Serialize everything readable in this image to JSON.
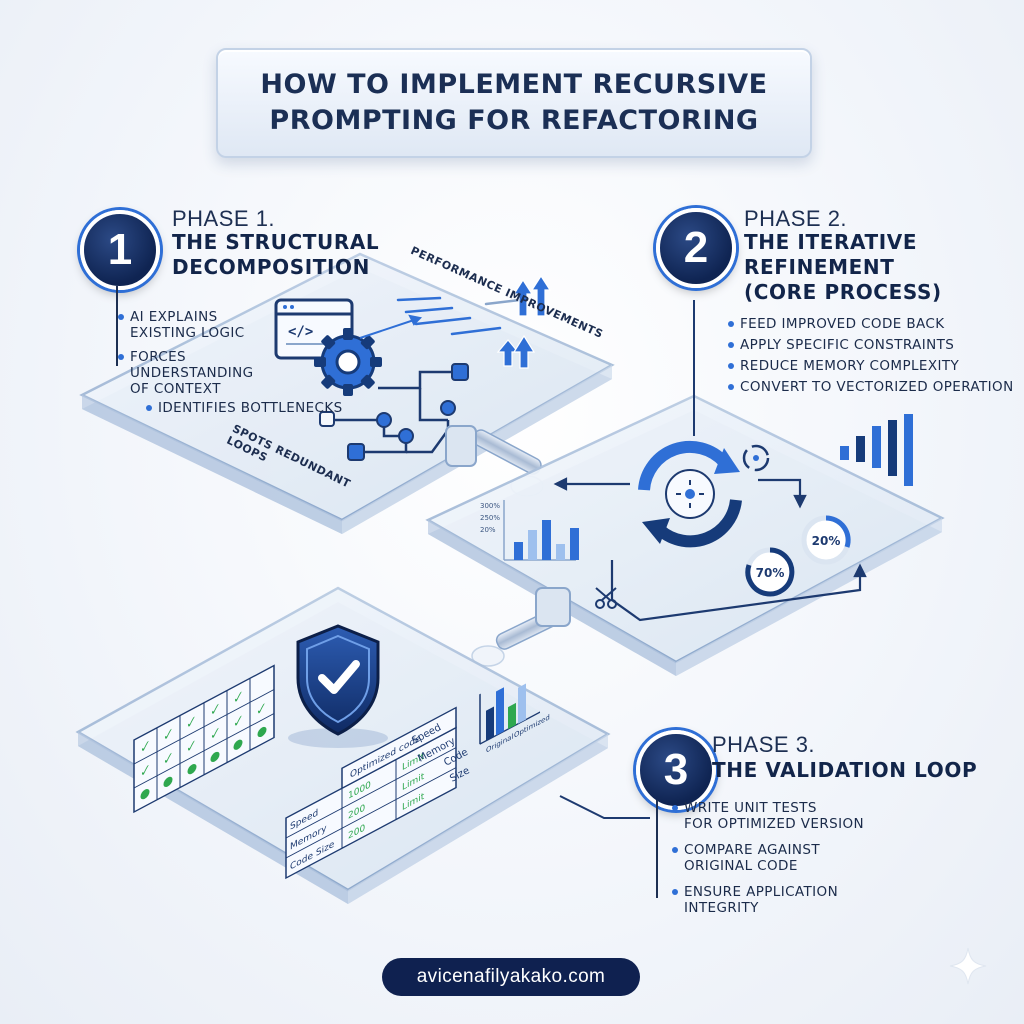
{
  "title": {
    "line1": "HOW TO IMPLEMENT RECURSIVE",
    "line2": "PROMPTING FOR REFACTORING"
  },
  "phases": [
    {
      "number": "1",
      "label": "PHASE 1.",
      "title_lines": [
        "THE STRUCTURAL",
        "DECOMPOSITION"
      ],
      "bullets": [
        "AI EXPLAINS",
        "EXISTING LOGIC",
        "FORCES",
        "UNDERSTANDING",
        "OF CONTEXT"
      ],
      "panel_bullet": "IDENTIFIES BOTTLENECKS",
      "panel_note": "SPOTS REDUNDANT LOOPS",
      "floating": "PERFORMANCE IMPROVEMENTS"
    },
    {
      "number": "2",
      "label": "PHASE 2.",
      "title_lines": [
        "THE ITERATIVE",
        "REFINEMENT",
        "(CORE PROCESS)"
      ],
      "bullets": [
        "FEED IMPROVED CODE BACK",
        "APPLY SPECIFIC CONSTRAINTS",
        "REDUCE MEMORY COMPLEXITY",
        "CONVERT TO VECTORIZED OPERATION"
      ],
      "gauge_a": "20%",
      "gauge_b": "70%"
    },
    {
      "number": "3",
      "label": "PHASE 3.",
      "title_lines": [
        "THE VALIDATION LOOP"
      ],
      "bullets": [
        "WRITE UNIT TESTS",
        "FOR OPTIMIZED VERSION",
        "COMPARE AGAINST",
        "ORIGINAL CODE",
        "ENSURE APPLICATION",
        "INTEGRITY"
      ],
      "table": {
        "header": "Optimized code",
        "rows": [
          {
            "metric": "Speed",
            "value": "1000",
            "limit": "Limit"
          },
          {
            "metric": "Memory",
            "value": "200",
            "limit": "Limit"
          },
          {
            "metric": "Code Size",
            "value": "200",
            "limit": "Limit"
          }
        ]
      },
      "chart_labels": {
        "speed": "Speed",
        "memory": "Memory",
        "code": "Code",
        "size": "Size",
        "original": "Original",
        "optimized": "Optimized"
      }
    }
  ],
  "footer": "avicenafilyakako.com",
  "colors": {
    "navy": "#0f2150",
    "accent": "#2f6fd6",
    "check": "#2fa84f"
  }
}
